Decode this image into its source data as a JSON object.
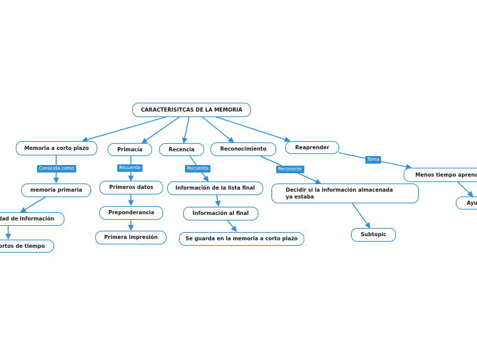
{
  "nodes": {
    "root": "CARACTERISITCAS DE LA MEMORIA",
    "memoria_corto_plazo": "Memoria a corto plazo",
    "memoria_primaria": "memoria primaria",
    "cantidad_informacion": "idad de información",
    "cortos_tiempo": "cortos de tiempo",
    "primacia": "Primacía",
    "primeros_datos": "Primeros datos",
    "preponderancia": "Preponderancia",
    "primera_impresion": "Primera impresión",
    "recencia": "Recencia",
    "informacion_lista_final": "Información de la lista final",
    "informacion_al_final": "Información al final",
    "se_guarda": "Se guarda en la memoria a corto plazo",
    "reconocimiento": "Reconocimiento",
    "decidir": "Decidir si la información almacenada ya estaba",
    "subtopic": "Subtopic",
    "reaprender": "Reaprender",
    "menos_tiempo": "Menos tiempo aprender",
    "ayuda": "Ayu"
  },
  "labels": {
    "conocida_como": "Conocida como",
    "recuerda_1": "Recuerda",
    "recuerda_2": "Recuerda",
    "reconocer": "Reconocer",
    "toma": "Toma"
  },
  "colors": {
    "accent": "#2d8fd5",
    "node_fill": "#ffffff",
    "text": "#1a1a1a"
  }
}
